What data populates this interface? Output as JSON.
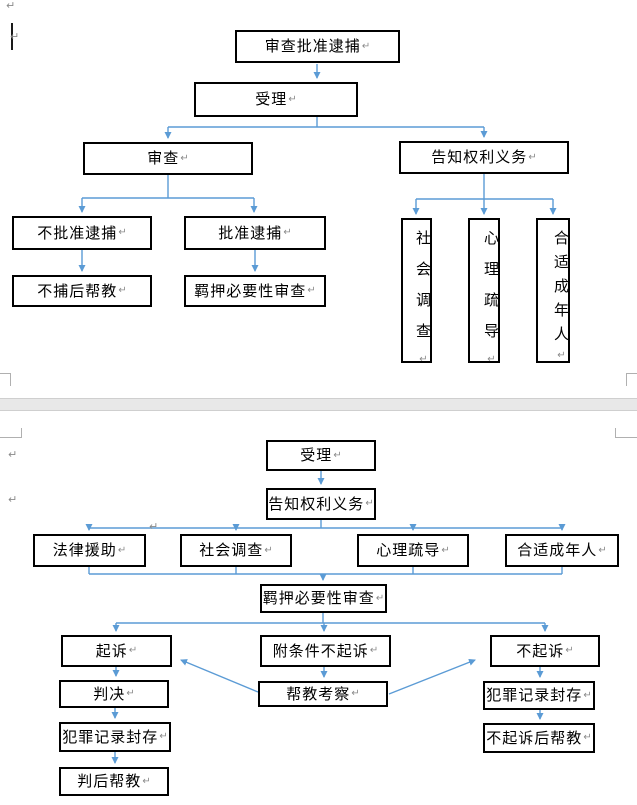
{
  "colors": {
    "connector": "#5b9bd5",
    "box_border": "#000000",
    "page_gap": "#e8e8e8",
    "formatting_mark": "#8a8a8a"
  },
  "fmt": {
    "rm": "↵"
  },
  "d1": {
    "review_approve_arrest": "审查批准逮捕",
    "accept": "受理",
    "review": "审查",
    "inform_rights": "告知权利义务",
    "disapprove_arrest": "不批准逮捕",
    "approve_arrest": "批准逮捕",
    "non_arrest_support": "不捕后帮教",
    "custody_necessity_review": "羁押必要性审查",
    "social_investigation": "社会调查",
    "psychological_counseling": "心理疏导",
    "appropriate_adult": "合适成年人"
  },
  "d2": {
    "accept": "受理",
    "inform_rights": "告知权利义务",
    "legal_aid": "法律援助",
    "social_investigation": "社会调查",
    "psychological_counseling": "心理疏导",
    "appropriate_adult": "合适成年人",
    "custody_necessity_review": "羁押必要性审查",
    "prosecute": "起诉",
    "conditional_non_prosecution": "附条件不起诉",
    "non_prosecution": "不起诉",
    "judgment": "判决",
    "record_sealing_left": "犯罪记录封存",
    "post_judgment_support": "判后帮教",
    "support_observation": "帮教考察",
    "record_sealing_right": "犯罪记录封存",
    "post_non_prosecution_support": "不起诉后帮教"
  }
}
